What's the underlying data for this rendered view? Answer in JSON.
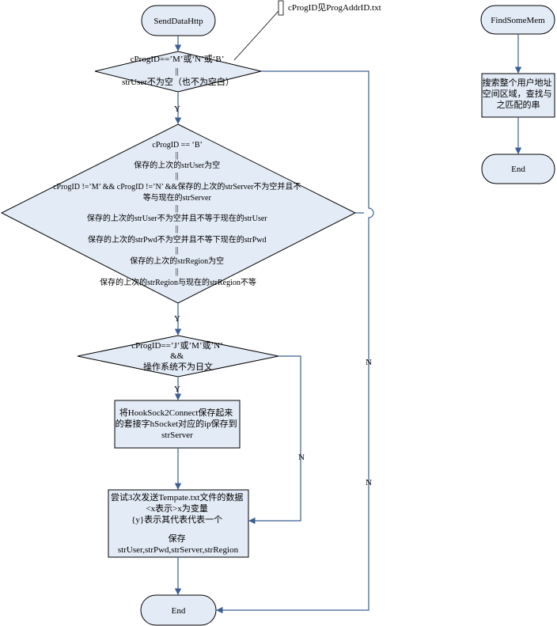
{
  "diagram": {
    "left_flow": {
      "start": "SendDataHttp",
      "note": "cProgID见ProgAddrID.txt",
      "decision1": [
        "cProgID==’M’或‘N’或‘B’",
        "||",
        "strUser不为空（也不为空白）"
      ],
      "yes1": "Y",
      "decision2": [
        "cProgID ==  ‘B’",
        "||",
        "保存的上次的strUser为空",
        "||",
        "cProgID !=’M’  && cProgID !=’N’ &&保存的上次的strServer不为空并且不",
        "等与现在的strServer",
        "||",
        "保存的上次的strUser不为空并且不等于现在的strUser",
        "||",
        "保存的上次的strPwd不为空并且不等下现在的strPwd",
        "||",
        "保存的上次的strRegion为空",
        "||",
        "保存的上次的strRegion与现在的strRegion不等"
      ],
      "yes2": "Y",
      "decision3": [
        "cProgID==’J’或’M’或’N’",
        "&&",
        "操作系统不为日文"
      ],
      "yes3": "Y",
      "process1": [
        "将HookSock2Connect保存起来",
        "的套接字hSocket对应的ip保存到",
        "strServer"
      ],
      "process2": [
        "尝试3次发送Tempate.txt文件的数据",
        "<x表示>x为变量",
        "{y}表示其代表代表一个",
        "",
        "保存",
        "strUser,strPwd,strServer,strRegion"
      ],
      "end": "End",
      "no_inner": "N",
      "no_outer_mid": "N",
      "no_outer_low": "N"
    },
    "right_flow": {
      "start": "FindSomeMem",
      "process": [
        "搜索整个用户地址",
        "空间区域，查找与",
        "之匹配的串"
      ],
      "end": "End"
    },
    "colors": {
      "shape_fill": "#e3ebf6",
      "stroke": "#000000",
      "connector": "#3a5f95"
    }
  }
}
